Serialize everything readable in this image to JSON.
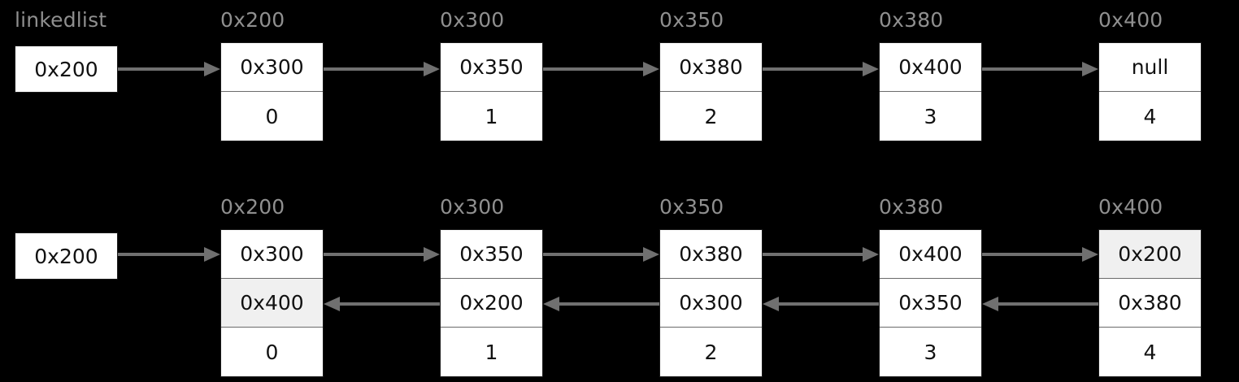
{
  "diagram": {
    "type": "linked-list-memory-diagram",
    "background_color": "#000000",
    "box_fill": "#ffffff",
    "highlight_fill": "#f0f0f0",
    "address_label_color": "#8f8f8f",
    "arrow_color": "#707070",
    "cell_text_color": "#111111"
  },
  "row1": {
    "head": {
      "label": "linkedlist",
      "value": "0x200"
    },
    "nodes": [
      {
        "address": "0x200",
        "next": "0x300",
        "value": "0",
        "next_highlight": false
      },
      {
        "address": "0x300",
        "next": "0x350",
        "value": "1",
        "next_highlight": false
      },
      {
        "address": "0x350",
        "next": "0x380",
        "value": "2",
        "next_highlight": false
      },
      {
        "address": "0x380",
        "next": "0x400",
        "value": "3",
        "next_highlight": false
      },
      {
        "address": "0x400",
        "next": "null",
        "value": "4",
        "next_highlight": false
      }
    ]
  },
  "row2": {
    "head": {
      "label": "",
      "value": "0x200"
    },
    "nodes": [
      {
        "address": "0x200",
        "next": "0x300",
        "prev": "0x400",
        "value": "0",
        "next_highlight": false,
        "prev_highlight": true
      },
      {
        "address": "0x300",
        "next": "0x350",
        "prev": "0x200",
        "value": "1",
        "next_highlight": false,
        "prev_highlight": false
      },
      {
        "address": "0x350",
        "next": "0x380",
        "prev": "0x300",
        "value": "2",
        "next_highlight": false,
        "prev_highlight": false
      },
      {
        "address": "0x380",
        "next": "0x400",
        "prev": "0x350",
        "value": "3",
        "next_highlight": false,
        "prev_highlight": false
      },
      {
        "address": "0x400",
        "next": "0x200",
        "prev": "0x380",
        "value": "4",
        "next_highlight": true,
        "prev_highlight": false
      }
    ]
  }
}
